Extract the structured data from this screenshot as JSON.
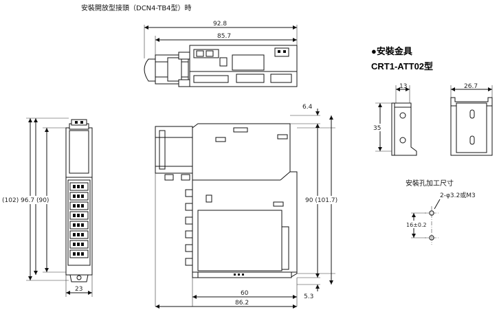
{
  "titles": {
    "top_view": "安裝開放型接頭（DCN4-TB4型）時",
    "bracket_heading": "●安裝金具",
    "bracket_model": "CRT1-ATT02型",
    "mount_hole": "安裝孔加工尺寸"
  },
  "dims": {
    "top_width_outer": "92.8",
    "top_width_inner": "85.7",
    "front_height": "(102) 96.7 (90)",
    "front_width": "23",
    "side_top_offset": "6.4",
    "side_height": "90 (101.7)",
    "side_width_inner": "60",
    "side_width_outer": "86.2",
    "side_bottom_offset": "5.3",
    "bracket_width_1": "13",
    "bracket_width_2": "26.7",
    "bracket_height": "35",
    "hole_spec": "2-φ3.2或M3",
    "hole_pitch": "16±0.2"
  }
}
